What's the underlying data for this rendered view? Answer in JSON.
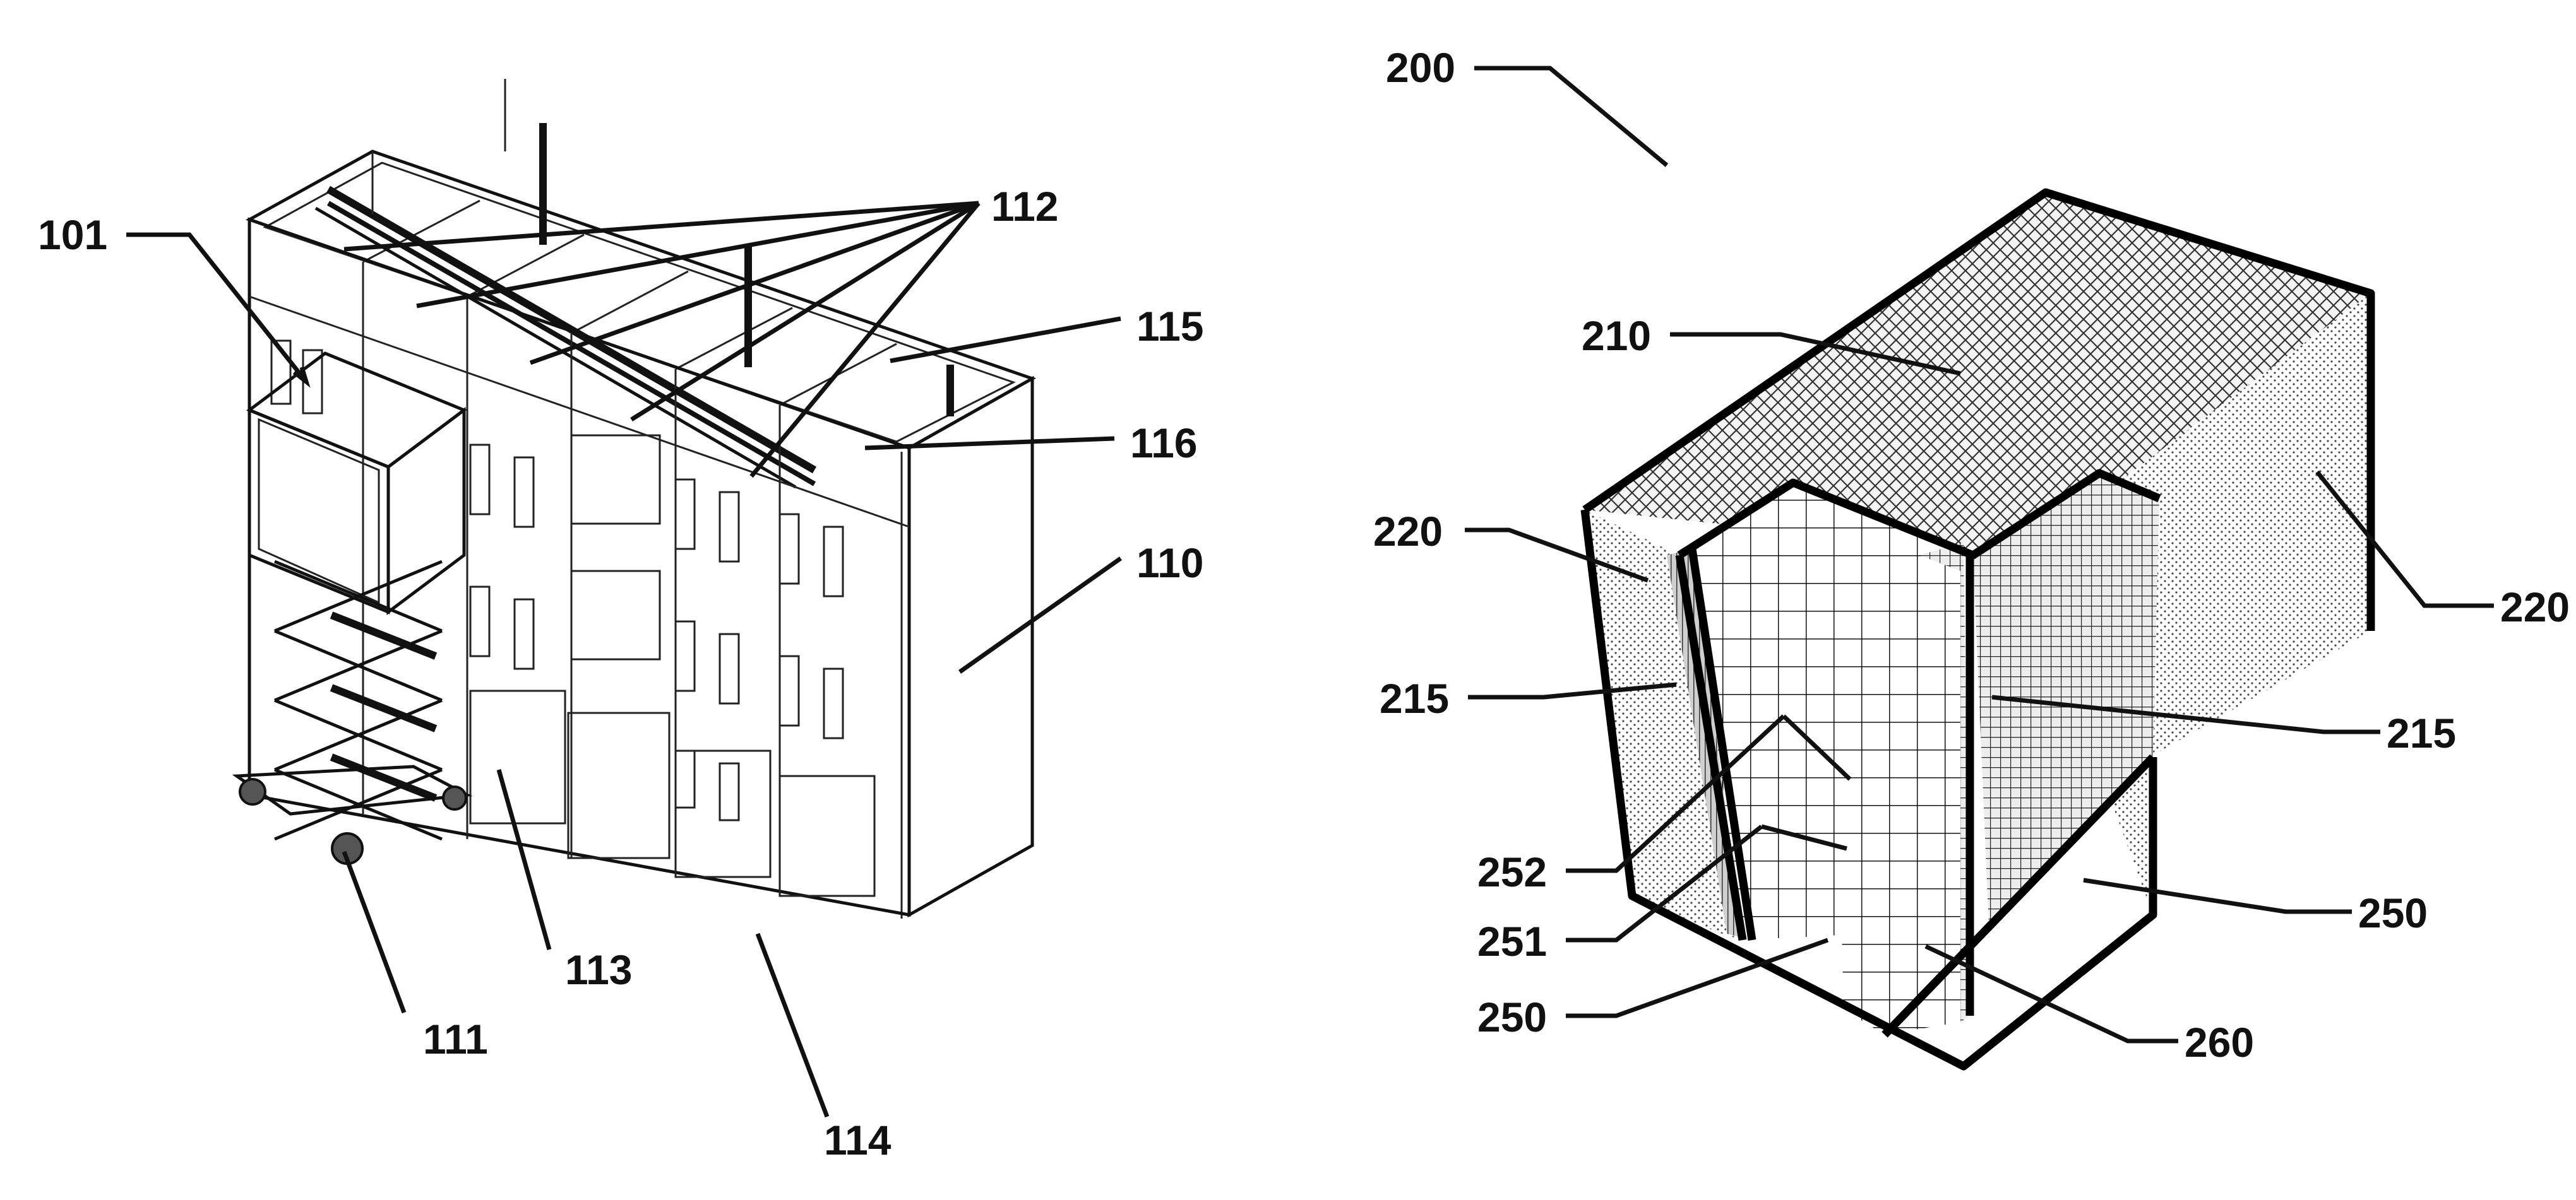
{
  "figure1": {
    "labels": {
      "l101": "101",
      "l112": "112",
      "l115": "115",
      "l116": "116",
      "l110": "110",
      "l113": "113",
      "l111": "111",
      "l114": "114"
    }
  },
  "figure2": {
    "labels": {
      "l200": "200",
      "l210": "210",
      "l220_left": "220",
      "l220_right": "220",
      "l215_left": "215",
      "l215_right": "215",
      "l252": "252",
      "l251": "251",
      "l250_left": "250",
      "l250_right": "250",
      "l260": "260"
    }
  },
  "colors": {
    "line": "#111111",
    "background": "#ffffff"
  }
}
